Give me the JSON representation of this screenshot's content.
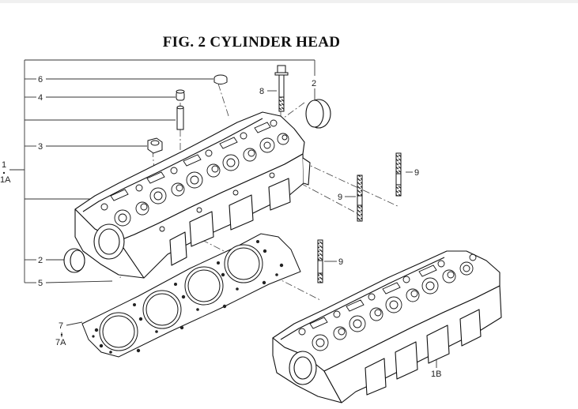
{
  "title": "FIG.  2  CYLINDER HEAD",
  "callouts": {
    "c6": "6",
    "c4": "4",
    "c3": "3",
    "c1": "1",
    "c1a": "1A",
    "c2_left": "2",
    "c5": "5",
    "c2_top": "2",
    "c8": "8",
    "c9_a": "9",
    "c9_b": "9",
    "c9_c": "9",
    "c7": "7",
    "c7a": "7A",
    "c1b": "1B"
  }
}
